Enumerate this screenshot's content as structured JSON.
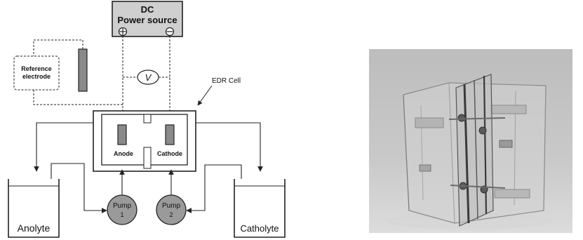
{
  "power_source": {
    "title_line1": "DC",
    "title_line2": "Power source",
    "positive_symbol": "⊕",
    "negative_symbol": "⊖"
  },
  "reference_electrode": {
    "label_line1": "Reference",
    "label_line2": "electrode"
  },
  "voltmeter": {
    "symbol": "V"
  },
  "cell": {
    "label": "EDR Cell",
    "anode_label": "Anode",
    "cathode_label": "Cathode"
  },
  "pumps": [
    {
      "label_line1": "Pump",
      "label_line2": "1"
    },
    {
      "label_line1": "Pump",
      "label_line2": "2"
    }
  ],
  "tanks": {
    "anolyte_label": "Anolyte",
    "catholyte_label": "Catholyte"
  },
  "photo": {
    "subject": "transparent-edr-cell-photo"
  },
  "colors": {
    "stroke": "#222222",
    "electrode_fill": "#8a8a8a",
    "pump_fill": "#9a9a9a",
    "power_fill": "#cfcfcf",
    "photo_bg": "#b9b9b9"
  }
}
